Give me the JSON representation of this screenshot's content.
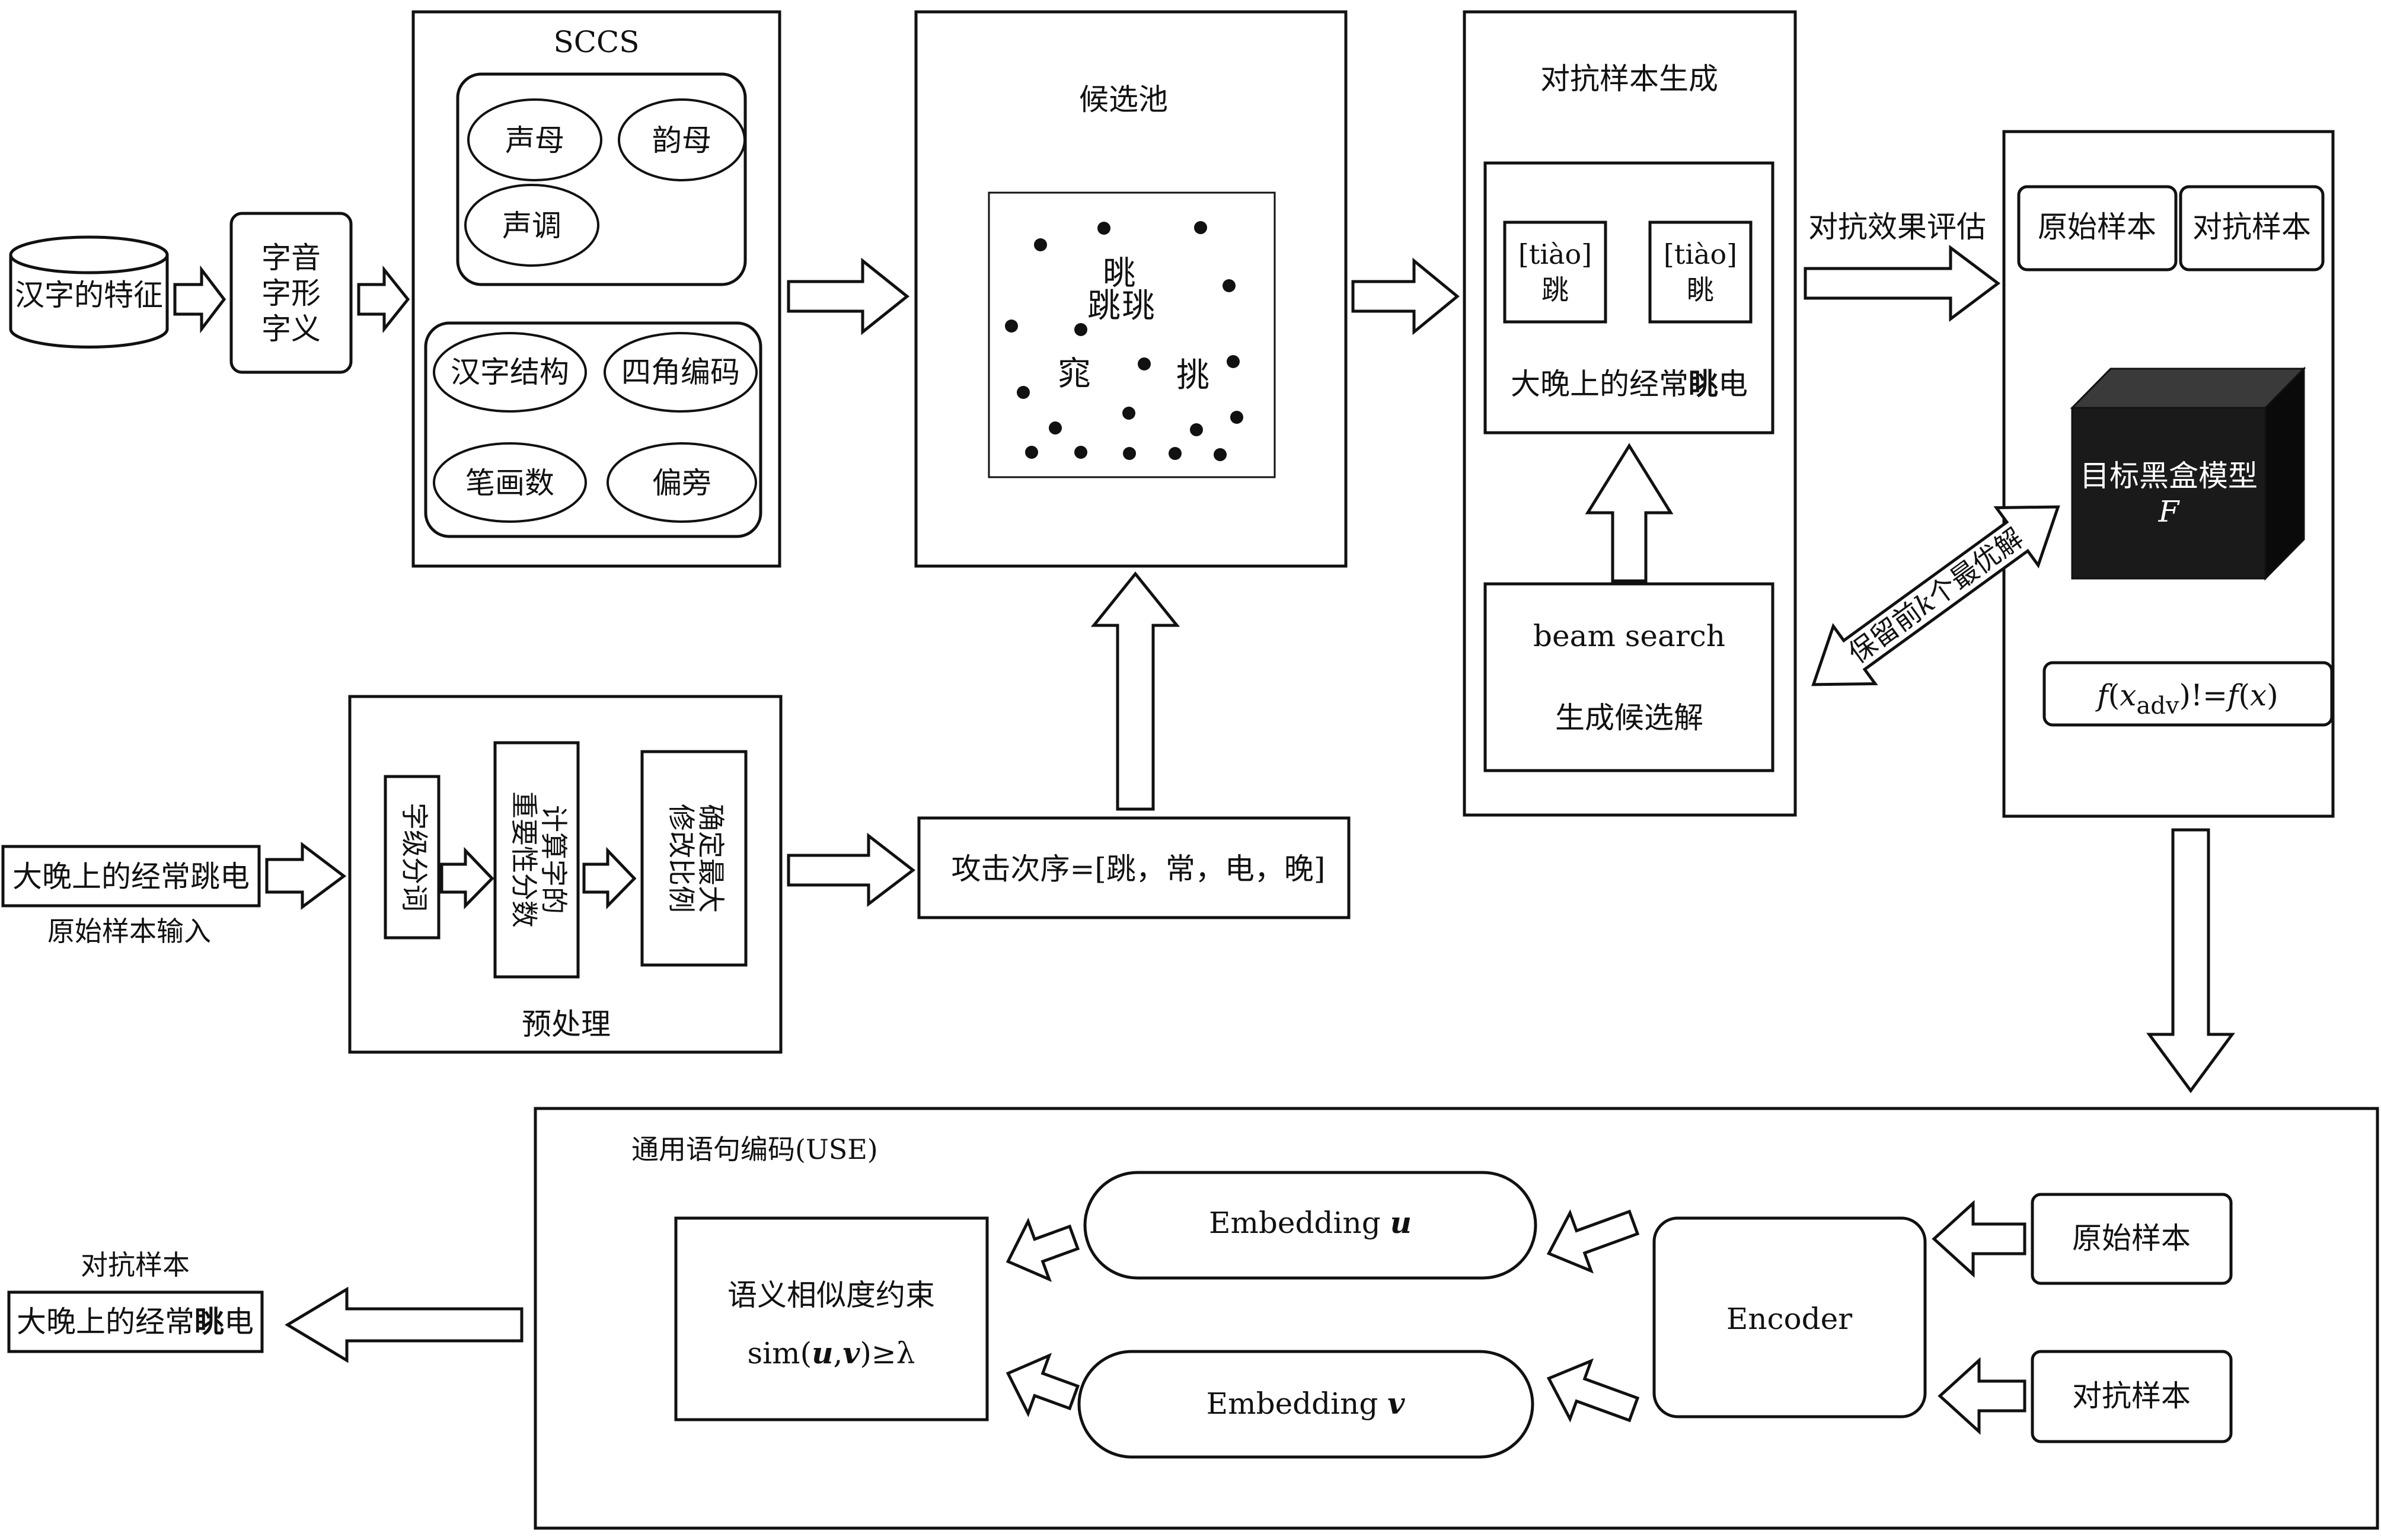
{
  "left_input": {
    "feature_label": "汉字的特征",
    "char_aspects": [
      "字音",
      "字形",
      "字义"
    ],
    "sample_text": "大晚上的经常跳电",
    "sample_caption": "原始样本输入"
  },
  "sccs": {
    "title": "SCCS",
    "phonetic": [
      "声母",
      "韵母",
      "声调"
    ],
    "glyph": [
      "汉字结构",
      "四角编码",
      "笔画数",
      "偏旁"
    ]
  },
  "preprocess": {
    "title": "预处理",
    "steps": [
      "字级分词",
      "计算字的",
      "重要性分数",
      "确定最大",
      "修改比例"
    ]
  },
  "attack_order": "攻击次序=[跳，常，电，晚]",
  "candidate_pool": {
    "title": "候选池",
    "chars": [
      "晀",
      "跳",
      "珧",
      "窕",
      "挑"
    ]
  },
  "adv_gen": {
    "title": "对抗样本生成",
    "pinyin1": "[tiào]",
    "char1": "跳",
    "pinyin2": "[tiào]",
    "char2": "眺",
    "sentence_prefix": "大晚上的经常",
    "sentence_key": "眺",
    "sentence_suffix": "电",
    "beam_line1": "beam search",
    "beam_line2": "生成候选解"
  },
  "eval": {
    "arrow_label": "对抗效果评估",
    "orig": "原始样本",
    "adv": "对抗样本",
    "model_line1": "目标黑盒模型",
    "model_line2": "F",
    "condition_f": "f",
    "condition_x": "x",
    "condition_sub": "adv",
    "condition_mid": ")!=",
    "condition_end": ")",
    "topk_pre": "保留前",
    "topk_k": "k",
    "topk_post": "个最优解"
  },
  "use": {
    "title": "通用语句编码(USE)",
    "orig": "原始样本",
    "adv": "对抗样本",
    "encoder": "Encoder",
    "emb_u_prefix": "Embedding ",
    "emb_u_var": "u",
    "emb_v_prefix": "Embedding ",
    "emb_v_var": "v",
    "sim_title": "语义相似度约束",
    "sim_prefix": "sim(",
    "sim_u": "u",
    "sim_comma": ",",
    "sim_v": "v",
    "sim_suffix": ")≥λ"
  },
  "output": {
    "label": "对抗样本",
    "prefix": "大晚上的经常",
    "key": "眺",
    "suffix": "电"
  }
}
